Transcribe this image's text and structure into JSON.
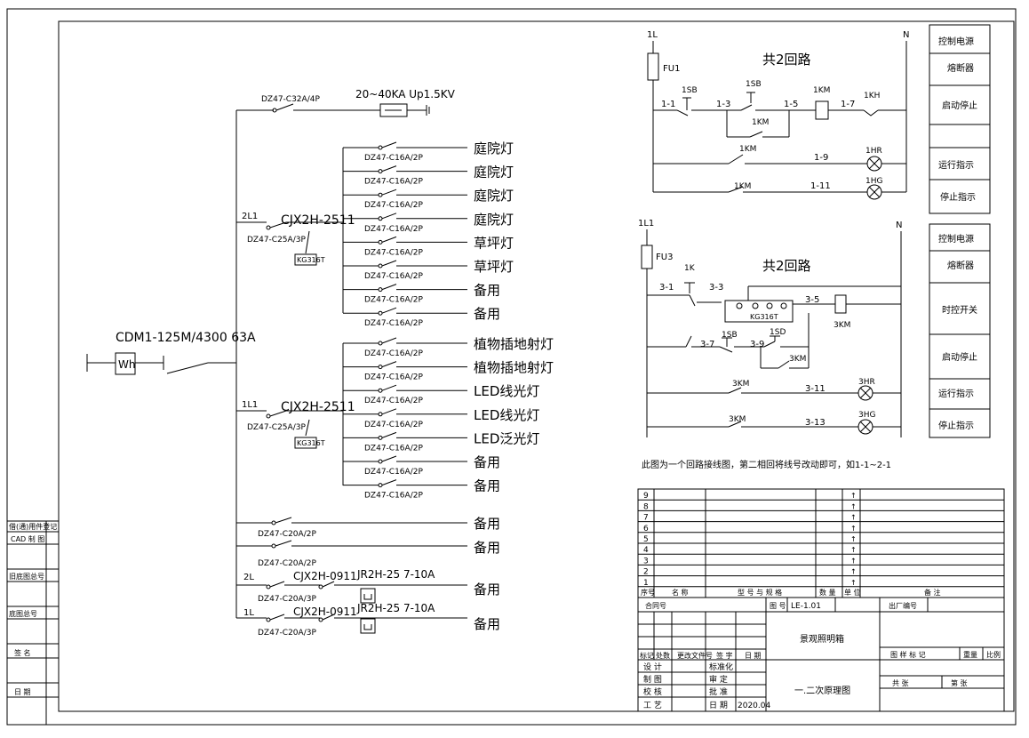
{
  "main_breaker": {
    "model": "CDM1-125M/4300 63A",
    "meter": "Wh"
  },
  "spd": {
    "breaker": "DZ47-C32A/4P",
    "spec": "20~40KA Up1.5KV"
  },
  "group_2L1": {
    "phase": "2L1",
    "breaker": "DZ47-C25A/3P",
    "contactor": "CJX2H-2511",
    "timer": "KG316T",
    "branches": [
      {
        "breaker": "DZ47-C16A/2P",
        "load": "庭院灯"
      },
      {
        "breaker": "DZ47-C16A/2P",
        "load": "庭院灯"
      },
      {
        "breaker": "DZ47-C16A/2P",
        "load": "庭院灯"
      },
      {
        "breaker": "DZ47-C16A/2P",
        "load": "庭院灯"
      },
      {
        "breaker": "DZ47-C16A/2P",
        "load": "草坪灯"
      },
      {
        "breaker": "DZ47-C16A/2P",
        "load": "草坪灯"
      },
      {
        "breaker": "DZ47-C16A/2P",
        "load": "备用"
      },
      {
        "breaker": "DZ47-C16A/2P",
        "load": "备用"
      }
    ]
  },
  "group_1L1": {
    "phase": "1L1",
    "breaker": "DZ47-C25A/3P",
    "contactor": "CJX2H-2511",
    "timer": "KG316T",
    "branches": [
      {
        "breaker": "DZ47-C16A/2P",
        "load": "植物插地射灯"
      },
      {
        "breaker": "DZ47-C16A/2P",
        "load": "植物插地射灯"
      },
      {
        "breaker": "DZ47-C16A/2P",
        "load": "LED线光灯"
      },
      {
        "breaker": "DZ47-C16A/2P",
        "load": "LED线光灯"
      },
      {
        "breaker": "DZ47-C16A/2P",
        "load": "LED泛光灯"
      },
      {
        "breaker": "DZ47-C16A/2P",
        "load": "备用"
      },
      {
        "breaker": "DZ47-C16A/2P",
        "load": "备用"
      }
    ]
  },
  "extra_circuits": [
    {
      "breaker": "DZ47-C20A/2P",
      "load": "备用"
    },
    {
      "breaker": "DZ47-C20A/2P",
      "load": "备用"
    },
    {
      "phase": "2L",
      "breaker": "DZ47-C20A/3P",
      "contactor": "CJX2H-0911",
      "relay": "JR2H-25 7-10A",
      "load": "备用"
    },
    {
      "phase": "1L",
      "breaker": "DZ47-C20A/3P",
      "contactor": "CJX2H-0911",
      "relay": "JR2H-25 7-10A",
      "load": "备用"
    }
  ],
  "ctrl1": {
    "title": "共2回路",
    "line": "1L",
    "neutral": "N",
    "fuse": "FU1",
    "labels": [
      "1SB",
      "1SB",
      "1KM",
      "1KH",
      "1KM",
      "1KM",
      "1KM",
      "1HR",
      "1HG"
    ],
    "wires": [
      "1-1",
      "1-3",
      "1-5",
      "1-7",
      "1-9",
      "1-11"
    ],
    "legend": [
      "控制电源",
      "熔断器",
      "启动停止",
      "运行指示",
      "停止指示"
    ]
  },
  "ctrl2": {
    "title": "共2回路",
    "line": "1L1",
    "neutral": "N",
    "fuse": "FU3",
    "labels": [
      "1K",
      "1SB",
      "1SD",
      "3KM",
      "3KM",
      "3KM",
      "3KM",
      "3HR",
      "3HG",
      "KG316T"
    ],
    "wires": [
      "3-1",
      "3-3",
      "3-5",
      "3-7",
      "3-9",
      "3-11",
      "3-13"
    ],
    "legend": [
      "控制电源",
      "熔断器",
      "时控开关",
      "启动停止",
      "运行指示",
      "停止指示"
    ]
  },
  "note": "此图为一个回路接线图，第二相回将线号改动即可，如1-1~2-1",
  "bom": {
    "rows": [
      "9",
      "8",
      "7",
      "6",
      "5",
      "4",
      "3",
      "2",
      "1"
    ],
    "headers": [
      "序号",
      "名 称",
      "型 号 与 规 格",
      "数 量",
      "单 位",
      "备 注"
    ]
  },
  "title_block": {
    "contract_label": "合同号",
    "drawing_no_label": "图 号",
    "drawing_no": "LE-1.01",
    "factory_label": "出厂编号",
    "project": "景观照明箱",
    "drawing_title": "一.二次原理图",
    "stage_label": "图 样 标 记",
    "weight_label": "重量",
    "scale_label": "比例",
    "sheets_total": "共 张",
    "sheet_no": "第 张",
    "mark_headers": [
      "标记",
      "处数",
      "更改文件号",
      "签 字",
      "日 期"
    ],
    "roles": [
      [
        "设 计",
        "标准化"
      ],
      [
        "制 图",
        "审 定"
      ],
      [
        "校 核",
        "批 准"
      ],
      [
        "工 艺",
        "日 期"
      ]
    ],
    "date": "2020.04"
  },
  "left_strip": [
    "借(通)用件登记",
    "CAD 制 图",
    "旧底图总号",
    "底图总号",
    "签 名",
    "日 期"
  ]
}
